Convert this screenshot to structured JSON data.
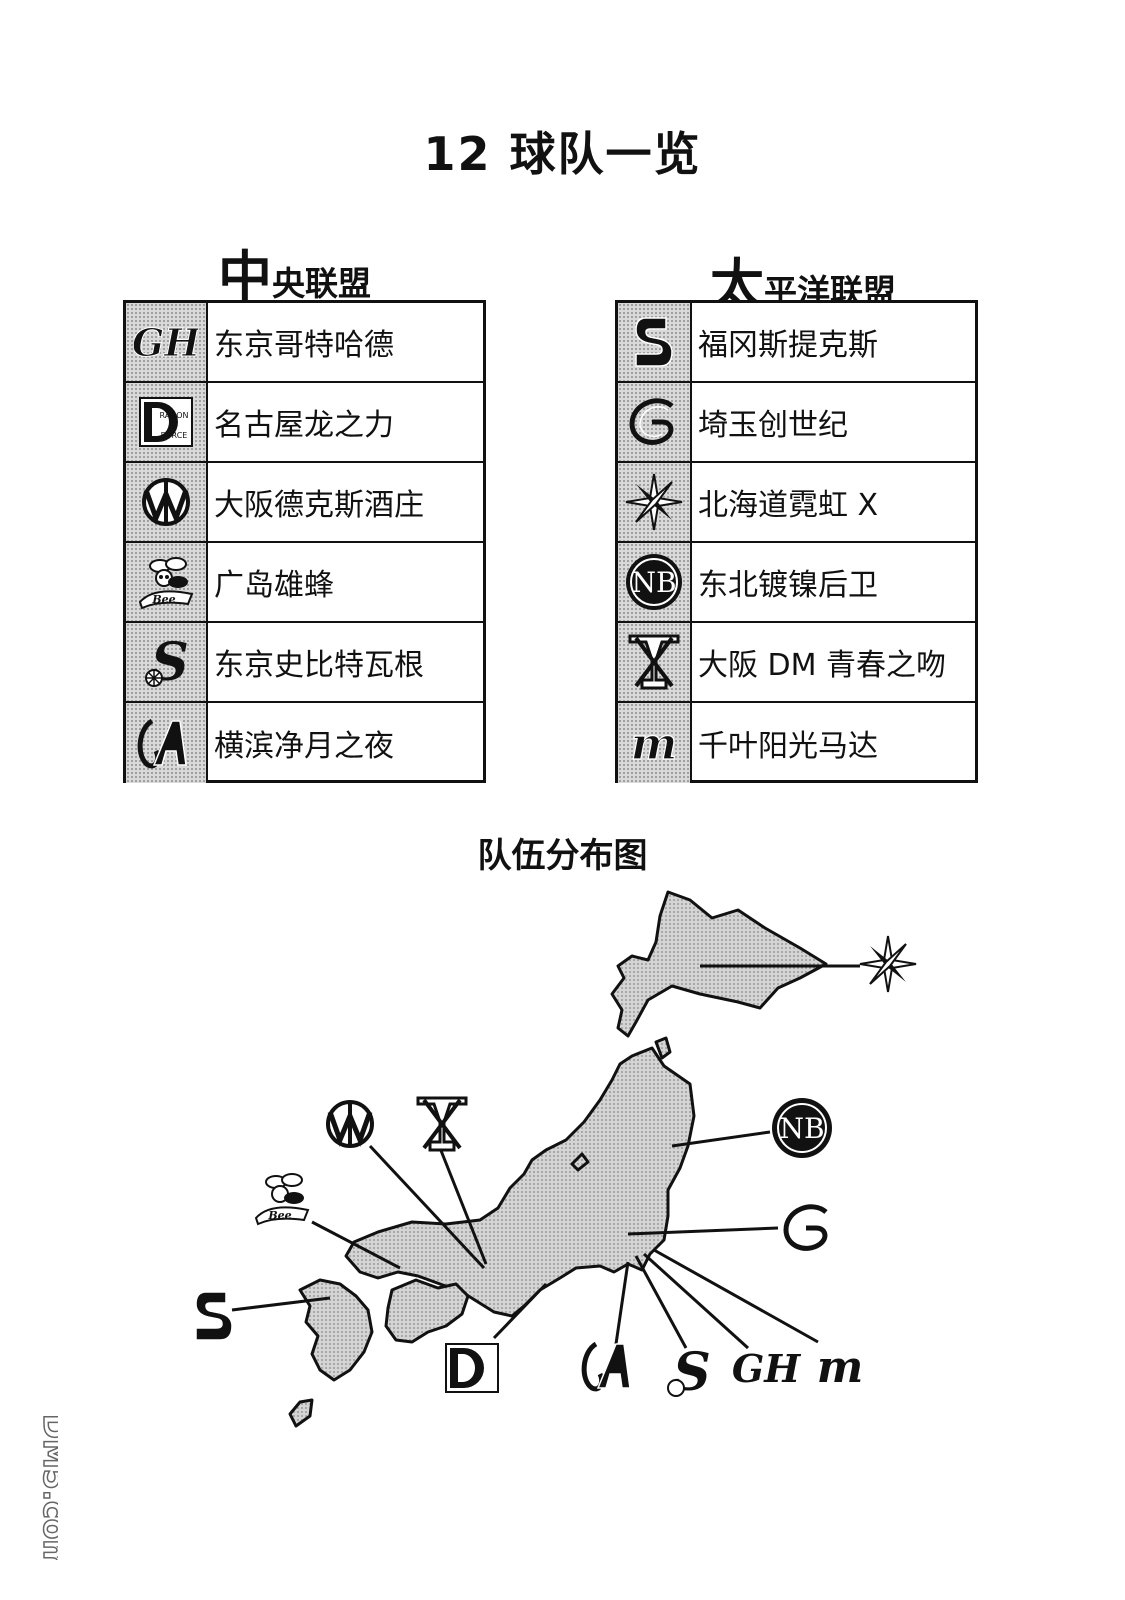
{
  "page_title": "12 球队一览",
  "central": {
    "title_big": "中",
    "title_rest": "央联盟",
    "teams": [
      {
        "name": "东京哥特哈德",
        "logo": "gh-logo-icon"
      },
      {
        "name": "名古屋龙之力",
        "logo": "dragon-force-logo-icon"
      },
      {
        "name": "大阪德克斯酒庄",
        "logo": "wm-logo-icon"
      },
      {
        "name": "广岛雄蜂",
        "logo": "bee-logo-icon"
      },
      {
        "name": "东京史比特瓦根",
        "logo": "s-wheel-logo-icon"
      },
      {
        "name": "横滨净月之夜",
        "logo": "ml-logo-icon"
      }
    ]
  },
  "pacific": {
    "title_big": "太",
    "title_rest": "平洋联盟",
    "teams": [
      {
        "name": "福冈斯提克斯",
        "logo": "s-block-logo-icon"
      },
      {
        "name": "埼玉创世纪",
        "logo": "g-swirl-logo-icon"
      },
      {
        "name": "北海道霓虹 X",
        "logo": "x-star-logo-icon"
      },
      {
        "name": "东北镀镍后卫",
        "logo": "nb-circle-logo-icon"
      },
      {
        "name": "大阪 DM 青春之吻",
        "logo": "xt-logo-icon"
      },
      {
        "name": "千叶阳光马达",
        "logo": "m-logo-icon"
      }
    ]
  },
  "map": {
    "title": "队伍分布图",
    "land_color": "#cfcfcf",
    "outline_color": "#111111"
  },
  "logo_text": {
    "dragon_top": "RAGON",
    "dragon_bottom": "FORCE"
  },
  "watermark": "DM5.com"
}
